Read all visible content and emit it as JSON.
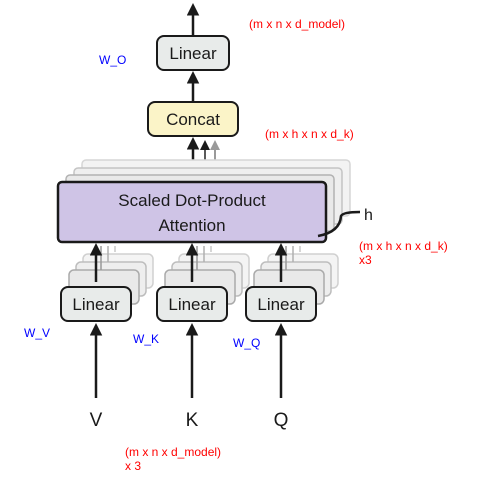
{
  "blocks": {
    "linear_out": "Linear",
    "concat": "Concat",
    "attention_line1": "Scaled Dot-Product",
    "attention_line2": "Attention",
    "linear_v": "Linear",
    "linear_k": "Linear",
    "linear_q": "Linear"
  },
  "inputs": {
    "v": "V",
    "k": "K",
    "q": "Q"
  },
  "heads_label": "h",
  "weights": {
    "w_o": "W_O",
    "w_v": "W_V",
    "w_k": "W_K",
    "w_q": "W_Q"
  },
  "shapes": {
    "output": "(m x n x d_model)",
    "concat_input": "(m x h x n x d_k)",
    "attention_input_line1": "(m x h x n x d_k)",
    "attention_input_line2": "x3",
    "input_line1": "(m x n x d_model)",
    "input_line2": "x 3"
  },
  "colors": {
    "linear_fill": "#e8ebea",
    "concat_fill": "#fbf4c8",
    "attention_fill": "#cfc4e6",
    "shape_annotation": "#ff0000",
    "weight_annotation": "#0000ff",
    "stroke": "#1a1a1a"
  }
}
